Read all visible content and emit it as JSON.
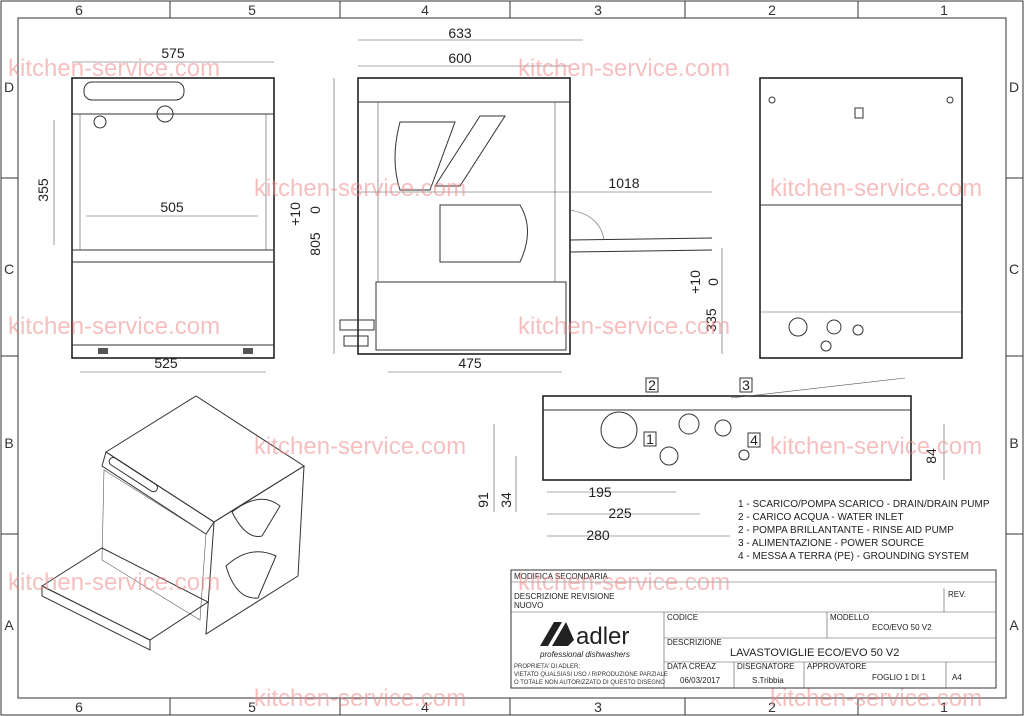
{
  "frame": {
    "columns": [
      "6",
      "5",
      "4",
      "3",
      "2",
      "1"
    ],
    "rows": [
      "D",
      "C",
      "B",
      "A"
    ]
  },
  "watermark": "kitchen-service.com",
  "front_view": {
    "width_overall": "575",
    "inner_width": "505",
    "inner_height": "355",
    "base_width": "525"
  },
  "side_view": {
    "depth_overall": "633",
    "depth_body": "600",
    "open_depth": "1018",
    "height": "805",
    "height_tol_plus": "+10",
    "height_tol_zero": "0",
    "inlet_height": "335",
    "inlet_tol_plus": "+10",
    "inlet_tol_zero": "0",
    "base_depth": "475"
  },
  "bottom_view": {
    "d1": "195",
    "d2": "225",
    "d3": "280",
    "h1": "91",
    "h2": "34",
    "h3": "84"
  },
  "callouts": [
    "1",
    "2",
    "3",
    "4"
  ],
  "legend": [
    "1 - SCARICO/POMPA SCARICO - DRAIN/DRAIN PUMP",
    "2 - CARICO ACQUA - WATER INLET",
    "2 - POMPA BRILLANTANTE - RINSE AID PUMP",
    "3 - ALIMENTAZIONE - POWER SOURCE",
    "4 - MESSA A TERRA (PE) - GROUNDING SYSTEM"
  ],
  "title_block": {
    "modifica": "MODIFICA SECONDARIA",
    "descrizione_revisione": "DESCRIZIONE REVISIONE",
    "nuovo": "NUOVO",
    "rev_label": "REV.",
    "codice_label": "CODICE",
    "modello_label": "MODELLO",
    "modello_value": "ECO/EVO 50 V2",
    "descrizione_label": "DESCRIZIONE",
    "descrizione_value": "LAVASTOVIGLIE ECO/EVO 50 V2",
    "brand": "adler",
    "brand_tagline": "professional dishwashers",
    "proprieta": "PROPRIETA' DI ADLER:",
    "vietato1": "VIETATO QUALSIASI USO / RIPRODUZIONE PARZIALE",
    "vietato2": "O TOTALE NON AUTORIZZATO DI QUESTO DISEGNO",
    "data_label": "DATA CREAZ",
    "data_value": "06/03/2017",
    "disegnatore_label": "DISEGNATORE",
    "disegnatore_value": "S.Tribbia",
    "approvatore_label": "APPROVATORE",
    "foglio": "FOGLIO 1 DI 1",
    "formato": "A4"
  }
}
